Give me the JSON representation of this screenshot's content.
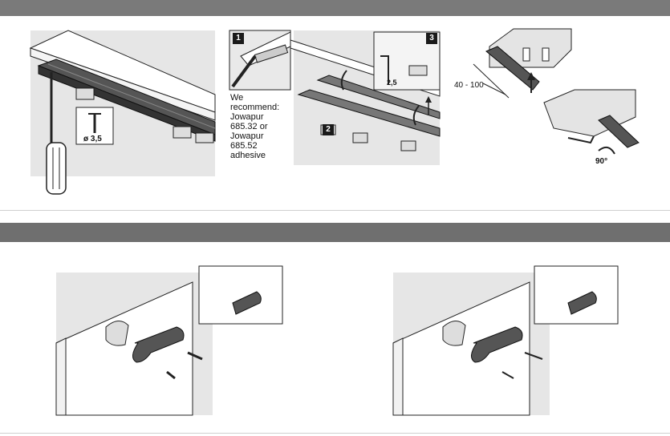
{
  "step_labels": {
    "one": "1",
    "two": "2",
    "three": "3"
  },
  "screw_label": "ø 3,5",
  "recommend_lines": [
    "We",
    "recommend:",
    "Jowapur",
    "685.32 or",
    "Jowapur",
    "685.52",
    "adhesive"
  ],
  "offset_label": "2,5",
  "range_label": "40 - 100",
  "angle_label": "90°",
  "colors": {
    "band": "#7a7a7a",
    "panel": "#e6e6e6",
    "rail": "#3a3a3a",
    "line": "#222222"
  }
}
